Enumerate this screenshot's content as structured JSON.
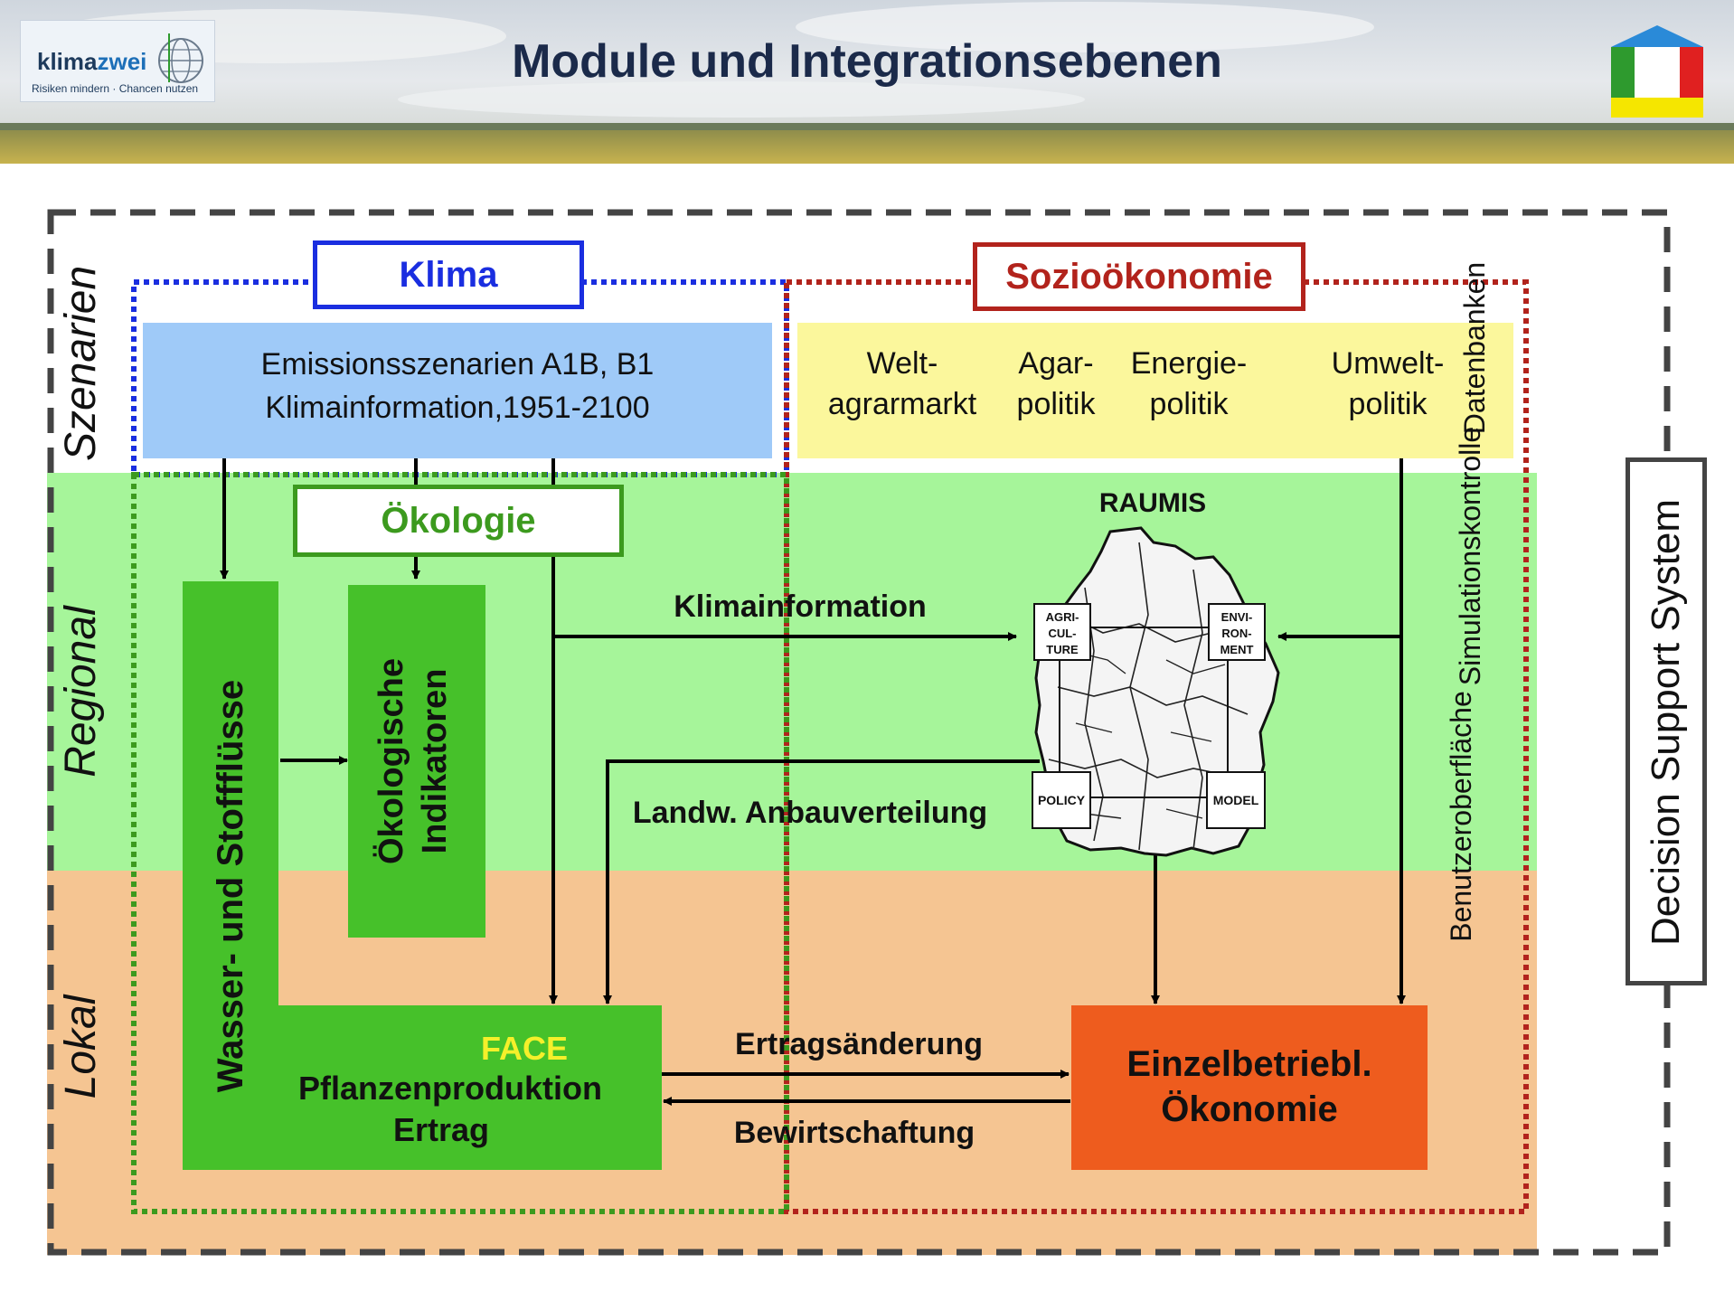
{
  "header": {
    "title": "Module und Integrationsebenen",
    "logo_name_a": "klima",
    "logo_name_b": "zwei",
    "logo_tagline": "Risiken mindern · Chancen nutzen",
    "colors": {
      "sky": "#d9dfe6",
      "field": "#b5a24a",
      "house_roof": "#2a8ad8",
      "house_left": "#2e9a2e",
      "house_right": "#e02020",
      "house_base": "#f5e600"
    }
  },
  "levels": {
    "szenarien": "Szenarien",
    "regional": "Regional",
    "lokal": "Lokal"
  },
  "modules": {
    "klima": "Klima",
    "soziooekonomie": "Sozioökonomie",
    "oekologie": "Ökologie"
  },
  "klima_box": {
    "line1": "Emissionsszenarien A1B, B1",
    "line2": "Klimainformation,1951-2100"
  },
  "socio_box": {
    "weltagrarmarkt_1": "Welt-",
    "weltagrarmarkt_2": "agrarmarkt",
    "agrarpolitik_1": "Agar-",
    "agrarpolitik_2": "politik",
    "energiepolitik_1": "Energie-",
    "energiepolitik_2": "politik",
    "umweltpolitik_1": "Umwelt-",
    "umweltpolitik_2": "politik"
  },
  "raumis": {
    "title": "RAUMIS",
    "agriculture_1": "AGRI-",
    "agriculture_2": "CUL-",
    "agriculture_3": "TURE",
    "environment_1": "ENVI-",
    "environment_2": "RON-",
    "environment_3": "MENT",
    "policy": "POLICY",
    "model": "MODEL"
  },
  "boxes": {
    "wasser": "Wasser- und Stoffflüsse",
    "oeko_ind_1": "Ökologische",
    "oeko_ind_2": "Indikatoren",
    "face": "FACE",
    "pflanzen": "Pflanzenproduktion",
    "ertrag": "Ertrag",
    "einzel_1": "Einzelbetriebl.",
    "einzel_2": "Ökonomie"
  },
  "arrows": {
    "klimainformation": "Klimainformation",
    "anbauverteilung": "Landw. Anbauverteilung",
    "ertragsaenderung": "Ertragsänderung",
    "bewirtschaftung": "Bewirtschaftung"
  },
  "side": {
    "benutzer": "Benutzeroberfläche",
    "simulation": "Simulationskontrolle",
    "datenbanken": "Datenbanken",
    "dss": "Decision Support System"
  },
  "colors": {
    "regional_bg": "#a6f59a",
    "lokal_bg": "#f5c592",
    "klima_blue": "#1a2ee0",
    "klima_box": "#9fcaf8",
    "socio_red": "#b2231c",
    "socio_box": "#fbf79c",
    "green_box": "#46c12a",
    "green_text": "#3c9a1e",
    "face_yellow": "#f5f02a",
    "orange_box": "#ee5c1e"
  }
}
